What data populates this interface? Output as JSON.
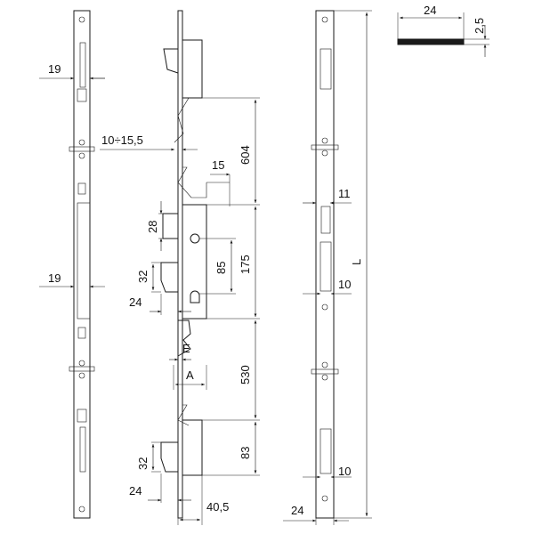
{
  "colors": {
    "line": "#1a1a1a",
    "background": "#ffffff"
  },
  "section": {
    "width": "24",
    "thickness": "2,5"
  },
  "left_view": {
    "faceplate_width_top": "19",
    "faceplate_width_mid": "19"
  },
  "center_view": {
    "backset_range": "10÷15,5",
    "dim_604": "604",
    "dim_15": "15",
    "dim_28": "28",
    "dim_175": "175",
    "dim_85": "85",
    "dim_32_upper": "32",
    "dim_24_upper": "24",
    "label_E": "E",
    "label_A": "A",
    "dim_530": "530",
    "dim_83": "83",
    "dim_32_lower": "32",
    "dim_24_lower": "24",
    "dim_40_5": "40,5"
  },
  "right_view": {
    "dim_11": "11",
    "dim_10_upper": "10",
    "dim_10_lower": "10",
    "length": "L",
    "dim_24_bottom": "24"
  }
}
